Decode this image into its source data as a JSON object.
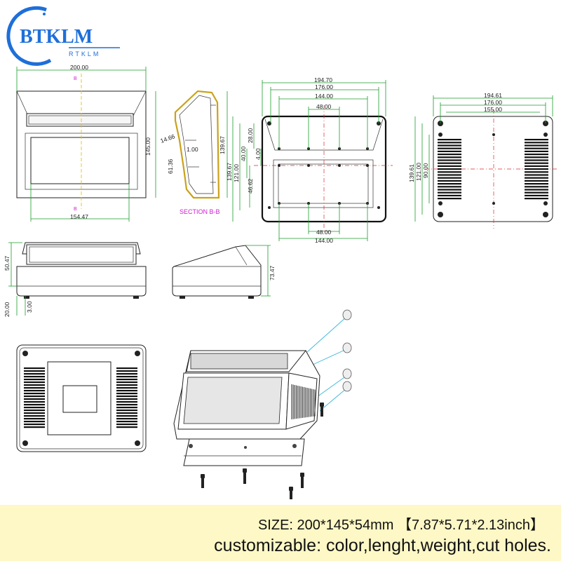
{
  "logo": {
    "brand": "BTKLM",
    "sub": "RTKLM",
    "color": "#1e6fd9"
  },
  "front_view": {
    "width": "200.00",
    "height": "145.00",
    "bottom": "154.47",
    "mark": "B"
  },
  "section_view": {
    "title": "SECTION B-B",
    "d1": "14.66",
    "d2": "1.00",
    "d3": "61.36",
    "height": "139.67"
  },
  "top_view": {
    "widths": [
      "194.70",
      "176.00",
      "144.00",
      "48.00"
    ],
    "heights": [
      "139.67",
      "121.00",
      "40.00",
      "28.00",
      "46.62",
      "4.00"
    ],
    "bottom_widths": [
      "48.00",
      "144.00"
    ]
  },
  "bottom_view": {
    "widths": [
      "194.61",
      "176.00",
      "155.00"
    ],
    "heights": [
      "139.61",
      "121.00",
      "90.00"
    ]
  },
  "front_elevation": {
    "h1": "50.47",
    "h2": "20.00",
    "h3": "3.00"
  },
  "side_elevation": {
    "h": "73.47"
  },
  "banner": {
    "size_text": "SIZE: 200*145*54mm  【7.87*5.71*2.13inch】",
    "custom_text": "customizable: color,lenght,weight,cut holes."
  },
  "colors": {
    "dimension": "#1a9e2a",
    "centerline": "#e0262f",
    "banner_bg": "#fdf8c5",
    "ghost": "#3bb8d8"
  }
}
